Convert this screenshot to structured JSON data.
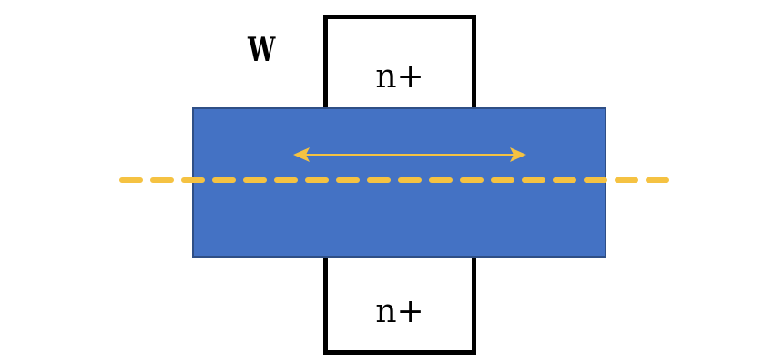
{
  "diagram": {
    "width_label": "W",
    "top_region_label": "n+",
    "bottom_region_label": "n+"
  },
  "colors": {
    "channel_fill": "#4472c4",
    "channel_border": "#2f4f86",
    "accent_line": "#f5c242",
    "region_border": "#000000",
    "region_fill": "#ffffff"
  },
  "icons": {
    "double_arrow": "double-headed-arrow-icon",
    "dashed_line": "dashed-line"
  }
}
